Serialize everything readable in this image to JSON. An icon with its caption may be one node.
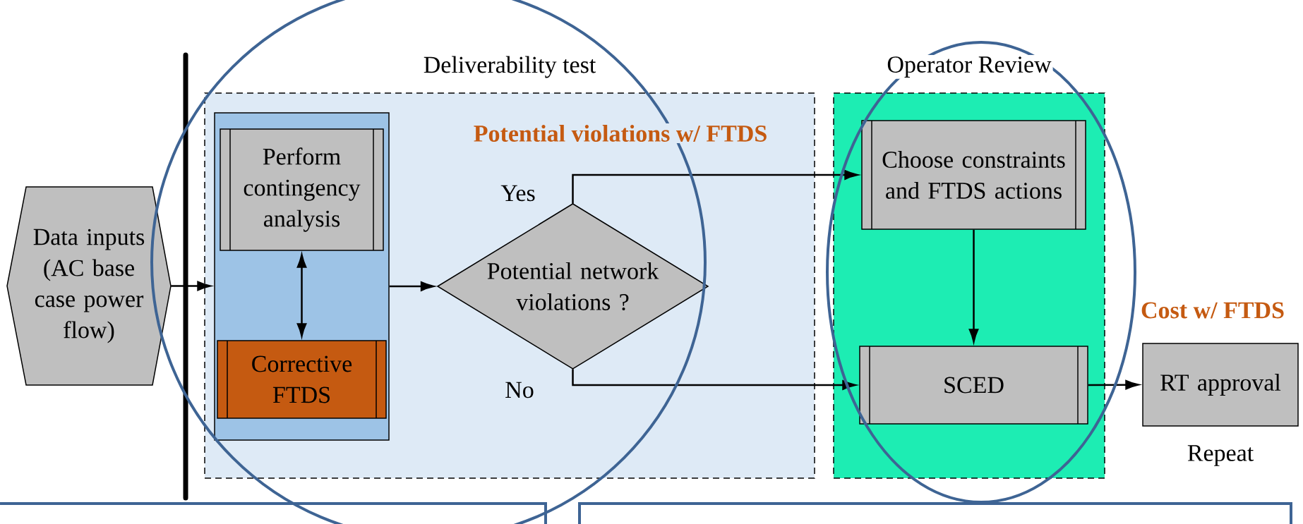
{
  "diagram": {
    "nodes": [
      {
        "text": [
          "Data inputs (AC base case power flow)"
        ]
      },
      {
        "text": [
          "Deliverability test",
          "Potential violations w/ FTDS"
        ]
      },
      {
        "text": [],
        "shape": "box",
        "in": 1
      },
      {
        "text": [
          "Perform contingency analysis"
        ],
        "in": 2
      },
      {
        "text": [
          "Corrective FTDS"
        ],
        "in": 2
      },
      {
        "text": [
          "Potential network violations ?"
        ],
        "in": 1
      },
      {
        "text": [
          "Operator Review"
        ]
      },
      {
        "text": [
          "Choose constraints and FTDS actions"
        ],
        "in": 6
      },
      {
        "text": [
          "SCED"
        ],
        "in": 6
      },
      {
        "text": [
          "RT approval"
        ],
        "beside": [
          "Repeat"
        ]
      }
    ],
    "edges": [
      {
        "from": 0,
        "to": 2,
        "arrow": "to"
      },
      {
        "from": 3,
        "to": 4,
        "arrow": "both"
      },
      {
        "from": 2,
        "to": 5,
        "arrow": "to"
      },
      {
        "from": 5,
        "to": 7,
        "arrow": "to",
        "label": "Yes"
      },
      {
        "from": 5,
        "to": 8,
        "arrow": "to",
        "label": "No"
      },
      {
        "from": 7,
        "to": 8,
        "arrow": "to"
      },
      {
        "from": 8,
        "to": 9,
        "arrow": "to"
      }
    ],
    "labels": [
      "Cost w/ FTDS"
    ]
  }
}
